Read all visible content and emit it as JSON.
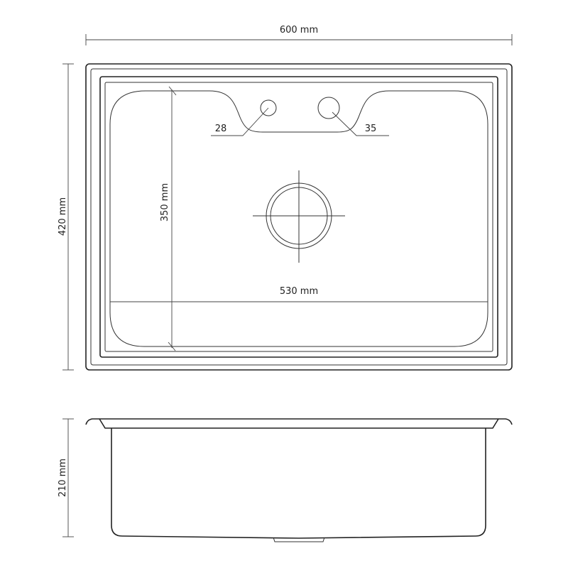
{
  "dimensions": {
    "width": "600 mm",
    "depth": "420 mm",
    "bowl_length": "350 mm",
    "bowl_width": "530 mm",
    "height": "210 mm",
    "hole_small": "28",
    "hole_large": "35"
  },
  "colors": {
    "line": "#222222",
    "background": "#ffffff"
  }
}
